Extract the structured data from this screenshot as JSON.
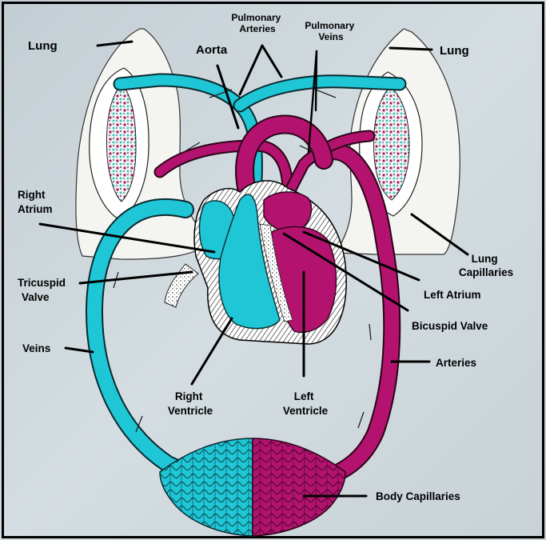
{
  "colors": {
    "background": "#cdd7dc",
    "deoxygenated": "#1fc6d6",
    "oxygenated": "#b3136f",
    "lung": "#f4f4f1"
  },
  "labels": {
    "lung_left": "Lung",
    "lung_right": "Lung",
    "pulmonary_arteries": [
      "Pulmonary",
      "Arteries"
    ],
    "pulmonary_veins": [
      "Pulmonary",
      "Veins"
    ],
    "aorta": "Aorta",
    "right_atrium": [
      "Right",
      "Atrium"
    ],
    "tricuspid_valve": [
      "Tricuspid",
      "Valve"
    ],
    "veins": "Veins",
    "right_ventricle": [
      "Right",
      "Ventricle"
    ],
    "left_ventricle": [
      "Left",
      "Ventricle"
    ],
    "lung_capillaries": [
      "Lung",
      "Capillaries"
    ],
    "left_atrium": "Left Atrium",
    "bicuspid_valve": "Bicuspid Valve",
    "arteries": "Arteries",
    "body_capillaries": "Body Capillaries"
  }
}
